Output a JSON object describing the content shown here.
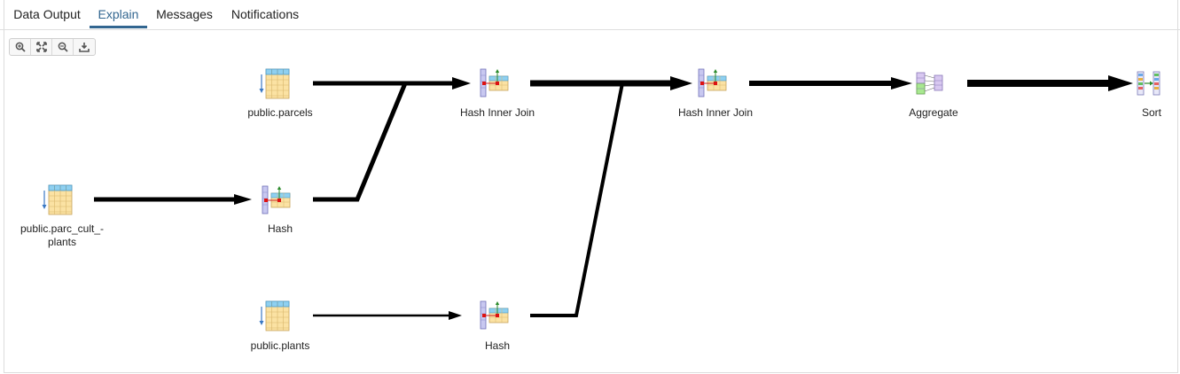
{
  "tabs": [
    {
      "label": "Data Output"
    },
    {
      "label": "Explain"
    },
    {
      "label": "Messages"
    },
    {
      "label": "Notifications"
    }
  ],
  "toolbar": {
    "buttons": [
      {
        "icon": "zoom-in-icon"
      },
      {
        "icon": "zoom-to-fit-icon"
      },
      {
        "icon": "zoom-out-icon"
      },
      {
        "icon": "download-icon"
      }
    ]
  },
  "plan": {
    "nodes": [
      {
        "label": "public.parcels"
      },
      {
        "label": "public.parc_cult_-"
      },
      {
        "label": "plants"
      },
      {
        "label": "Hash"
      },
      {
        "label": "public.plants"
      },
      {
        "label": "Hash Inner Join"
      },
      {
        "label": "Hash"
      },
      {
        "label": "Hash Inner Join"
      },
      {
        "label": "Aggregate"
      },
      {
        "label": "Sort"
      }
    ]
  }
}
